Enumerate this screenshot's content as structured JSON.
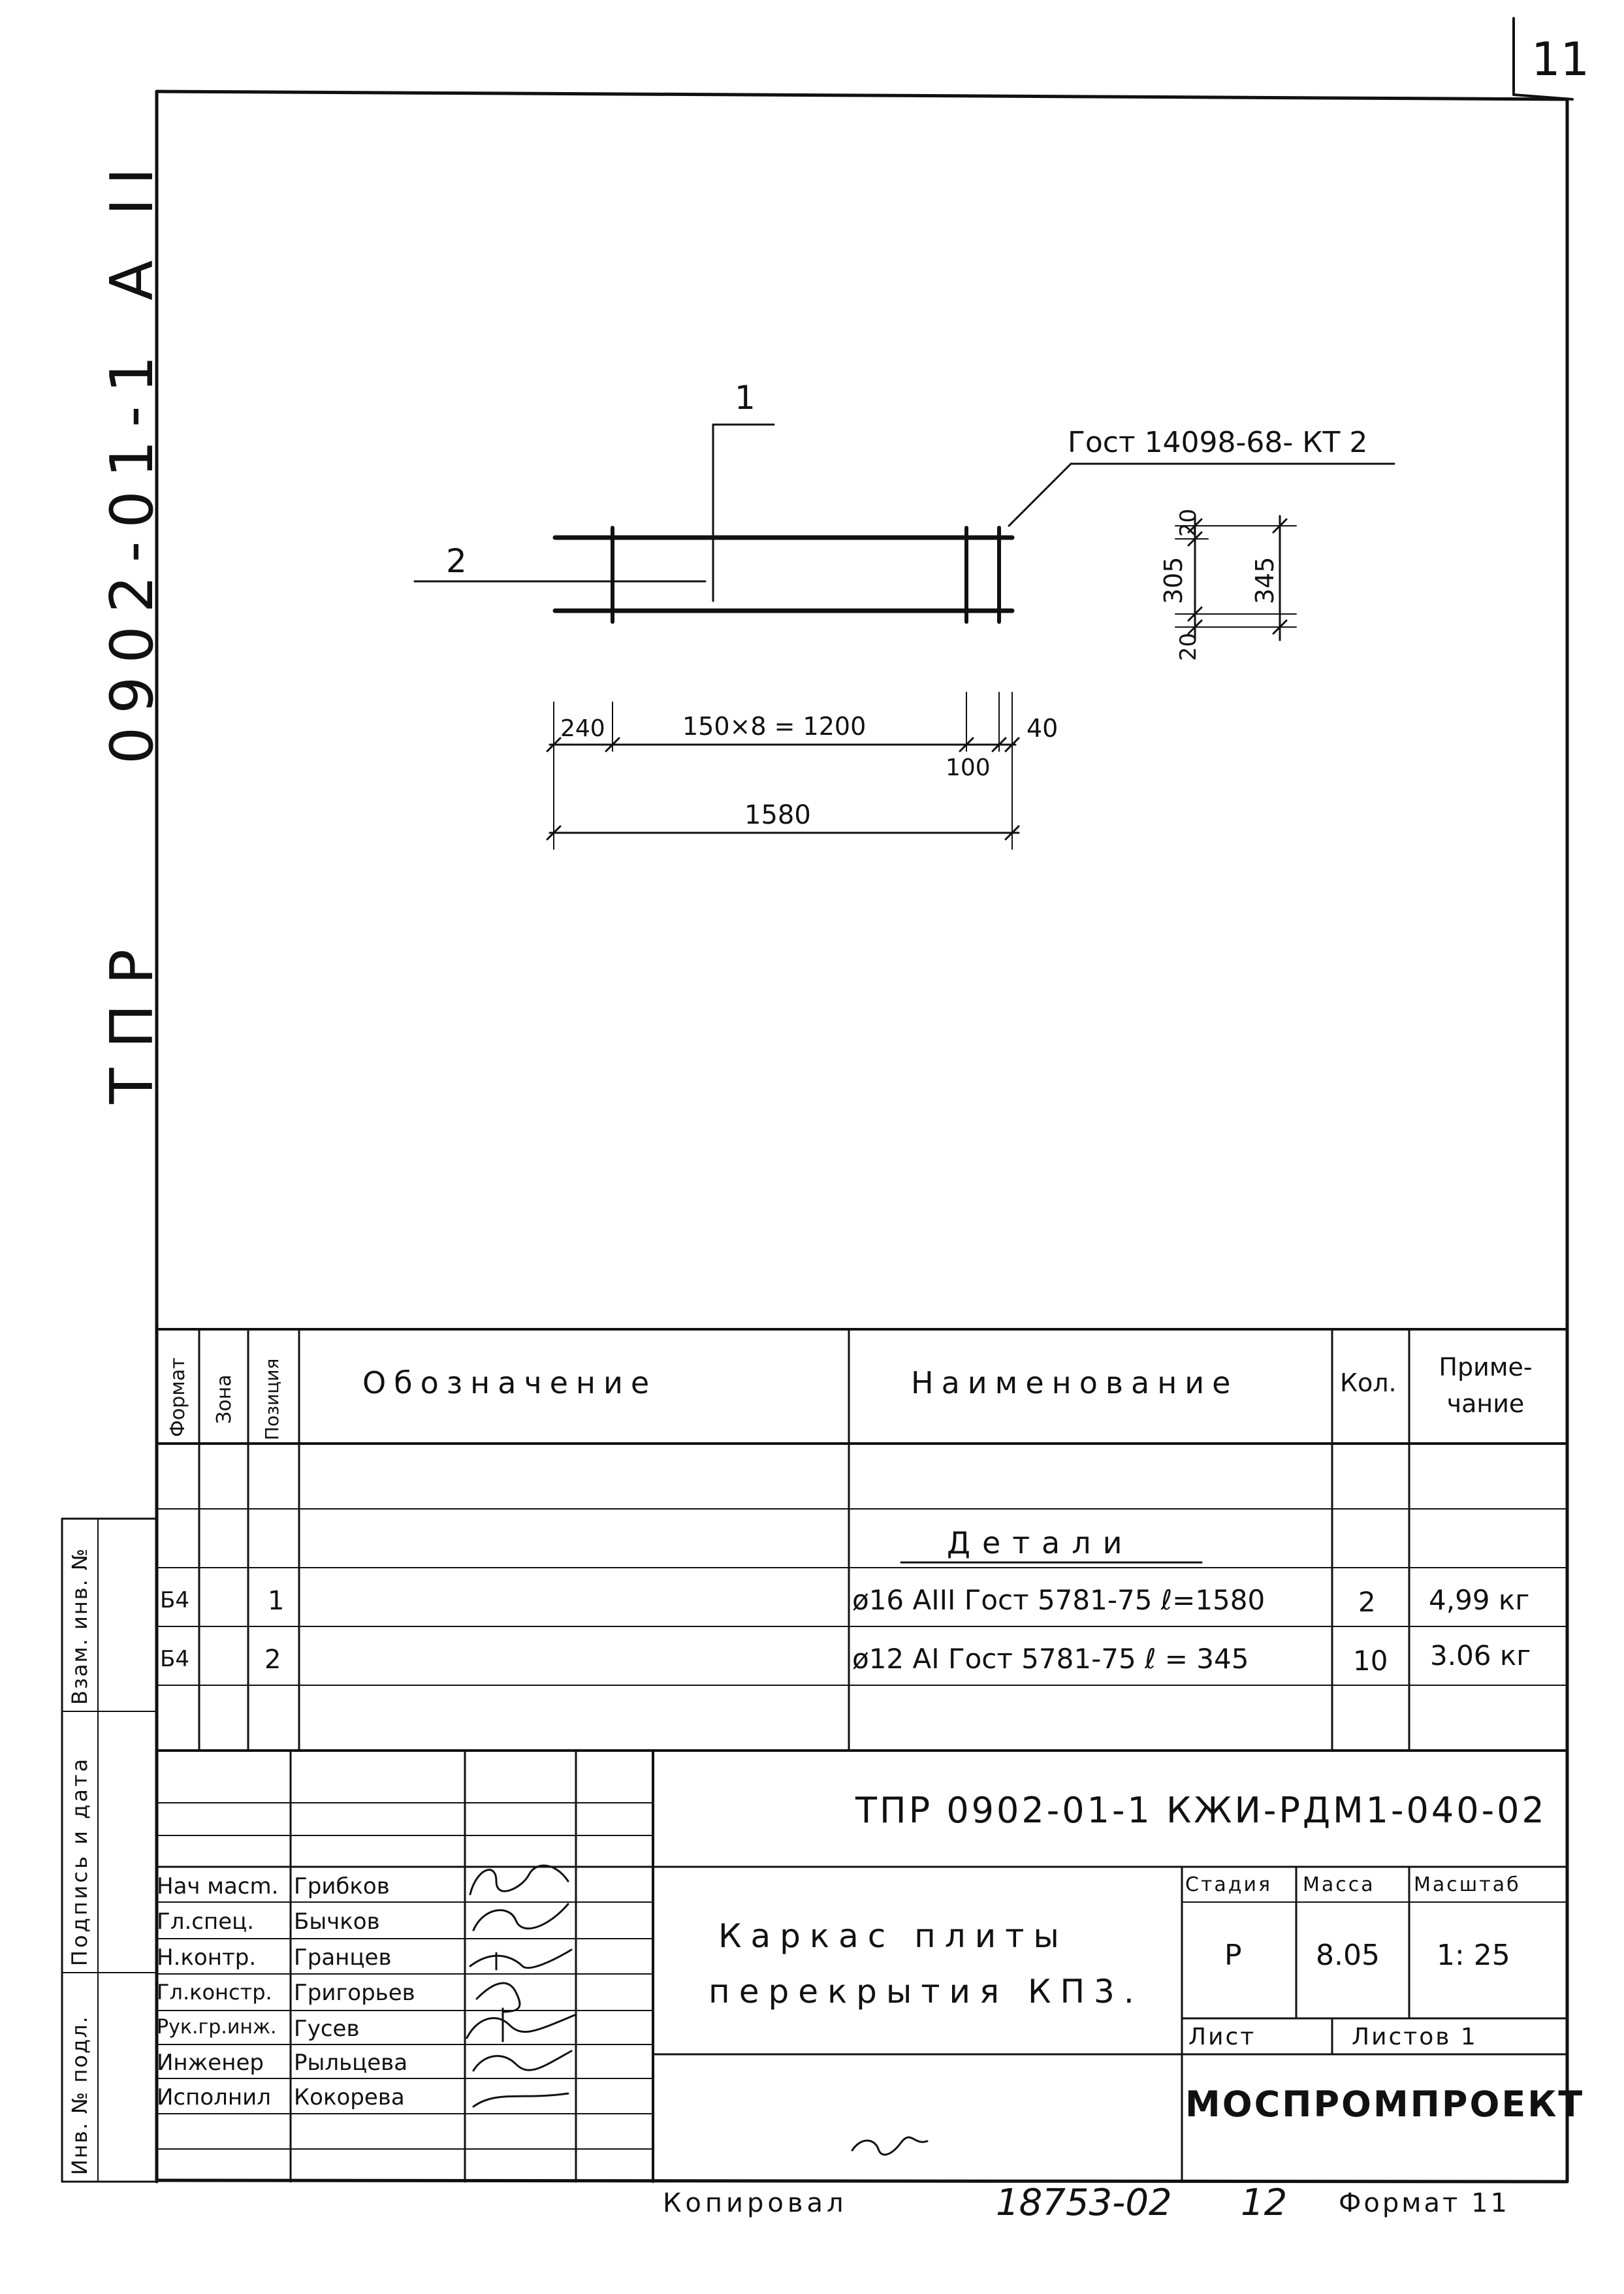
{
  "sheet_number": "11",
  "side_labels": {
    "series": "ТПР",
    "code": "0902-01-1",
    "steel_class": "А II"
  },
  "drawing": {
    "callout_position_1": "1",
    "callout_position_2": "2",
    "weld_spec": "Гост 14098-68- КТ 2",
    "dims": {
      "d240": "240",
      "d150x8": "150×8 = 1200",
      "d100": "100",
      "d40": "40",
      "d1580": "1580",
      "d20_top": "20",
      "d305": "305",
      "d345": "345",
      "d20_bot": "20"
    }
  },
  "spec_table": {
    "headers": {
      "format": "Формат",
      "zone": "Зона",
      "position": "Позиция",
      "designation": "Обозначение",
      "name": "Наименование",
      "qty": "Кол.",
      "note": "Приме-чание"
    },
    "section_title": "Детали",
    "rows": [
      {
        "format": "Б4",
        "position": "1",
        "name": "ø16 АIII Гост 5781-75 ℓ=1580",
        "qty": "2",
        "note": "4,99 кг"
      },
      {
        "format": "Б4",
        "position": "2",
        "name": "ø12 АI Гост 5781-75 ℓ = 345",
        "qty": "10",
        "note": "3.06 кг"
      }
    ]
  },
  "left_strip": {
    "inv_podl": "Инв. № подл.",
    "podpis_data": "Подпись и дата",
    "vzam_inv": "Взам. инв. №"
  },
  "title_block": {
    "doc_code": "ТПР 0902-01-1 КЖИ-РДМ1-040-02",
    "title_line1": "Каркас плиты",
    "title_line2": "перекрытия КП3.",
    "stage_label": "Стадия",
    "mass_label": "Масса",
    "scale_label": "Масштаб",
    "stage": "Р",
    "mass": "8.05",
    "scale": "1: 25",
    "sheet_label": "Лист",
    "sheets_label": "Листов 1",
    "organization": "МОСПРОМПРОЕКТ",
    "people": [
      {
        "role": "Нач масm.",
        "name": "Грибков"
      },
      {
        "role": "Гл.спец.",
        "name": "Бычков"
      },
      {
        "role": "Н.контр.",
        "name": "Гранцев"
      },
      {
        "role": "Гл.констр.",
        "name": "Григорьев"
      },
      {
        "role": "Рук.гр.инж.",
        "name": "Гусев"
      },
      {
        "role": "Инженер",
        "name": "Рыльцева"
      },
      {
        "role": "Исполнил",
        "name": "Кокорева"
      }
    ]
  },
  "footer": {
    "copied_label": "Копировал",
    "copied_number": "18753-02",
    "copied_sheet": "12",
    "format": "Формат 11"
  }
}
